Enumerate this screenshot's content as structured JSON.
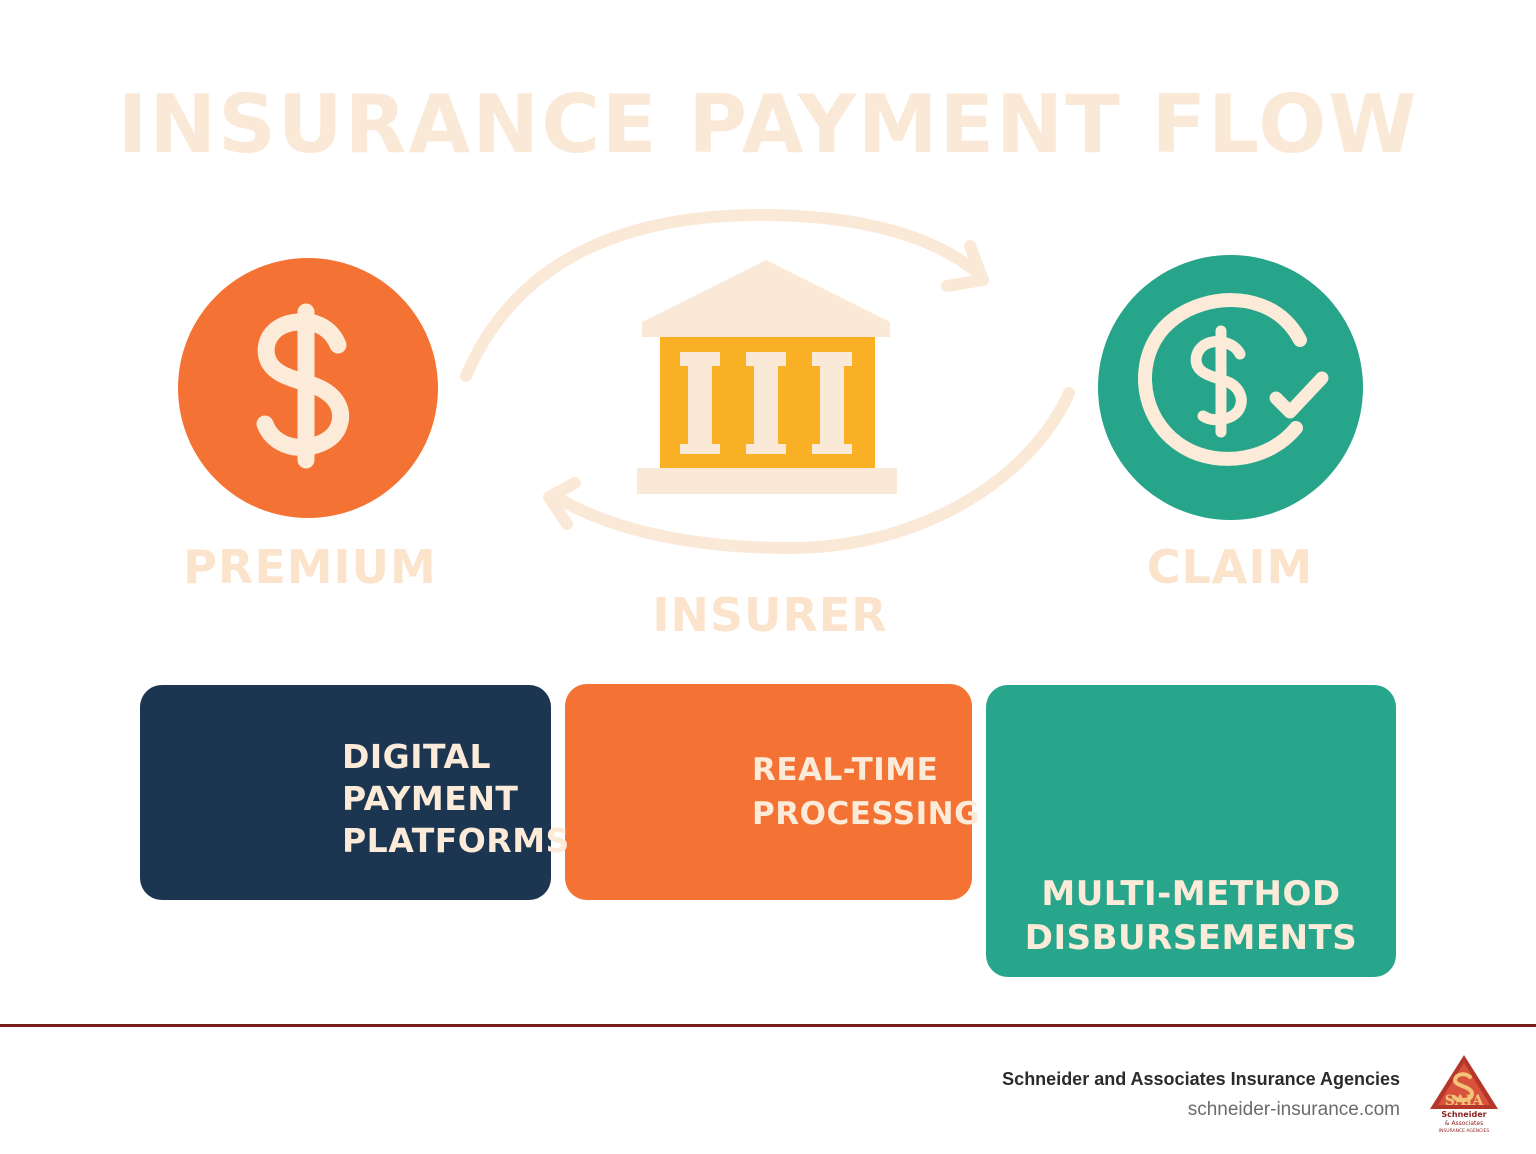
{
  "title": "INSURANCE PAYMENT FLOW",
  "flow": {
    "premium": {
      "label": "PREMIUM",
      "icon": "dollar-icon",
      "color": "#f47334"
    },
    "insurer": {
      "label": "INSURER",
      "icon": "bank-building-icon",
      "color": "#f9b024"
    },
    "claim": {
      "label": "CLAIM",
      "icon": "dollar-check-cycle-icon",
      "color": "#26a58a"
    }
  },
  "features": [
    {
      "lines": [
        "DIGITAL",
        "PAYMENT",
        "PLATFORMS"
      ],
      "icon": "computer-monitor-icon",
      "color": "#1c3550"
    },
    {
      "lines": [
        "REAL-TIME",
        "PROCESSING"
      ],
      "icon": "stopwatch-icon",
      "color": "#f47334"
    },
    {
      "lines": [
        "MULTI-METHOD",
        "DISBURSEMENTS"
      ],
      "icon": "money-bag-cards-icon",
      "color": "#28a68c"
    }
  ],
  "footer": {
    "company": "Schneider and Associates Insurance Agencies",
    "website": "schneider-insurance.com",
    "logo_text": "SAIA",
    "logo_subtext": "Schneider & Associates INSURANCE AGENCIES"
  }
}
